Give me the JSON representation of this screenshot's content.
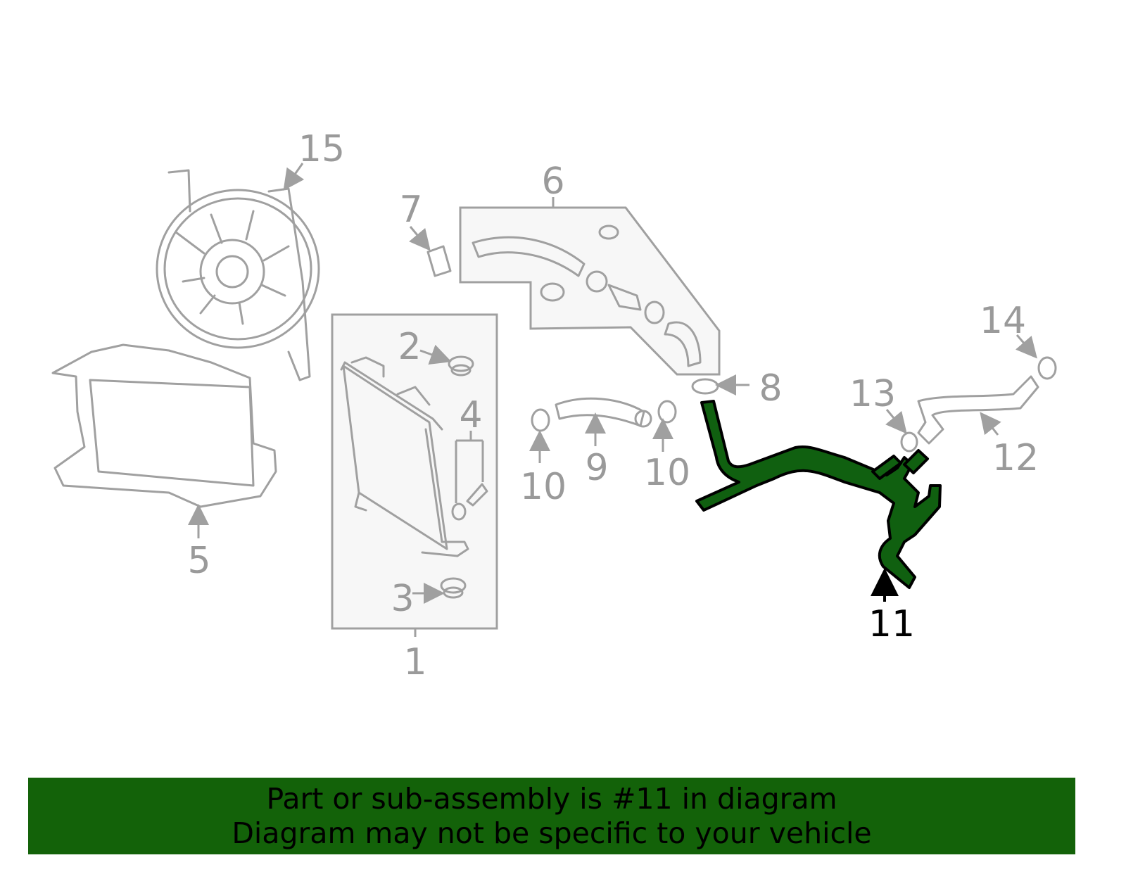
{
  "diagram": {
    "highlight_color": "#106010",
    "callouts": [
      {
        "id": "1",
        "label": "1"
      },
      {
        "id": "2",
        "label": "2"
      },
      {
        "id": "3",
        "label": "3"
      },
      {
        "id": "4",
        "label": "4"
      },
      {
        "id": "5",
        "label": "5"
      },
      {
        "id": "6",
        "label": "6"
      },
      {
        "id": "7",
        "label": "7"
      },
      {
        "id": "8",
        "label": "8"
      },
      {
        "id": "9",
        "label": "9"
      },
      {
        "id": "10a",
        "label": "10"
      },
      {
        "id": "10b",
        "label": "10"
      },
      {
        "id": "11",
        "label": "11",
        "highlighted": true
      },
      {
        "id": "12",
        "label": "12"
      },
      {
        "id": "13",
        "label": "13"
      },
      {
        "id": "14",
        "label": "14"
      },
      {
        "id": "15",
        "label": "15"
      }
    ]
  },
  "banner": {
    "line1": "Part or sub-assembly is #11 in diagram",
    "line2": "Diagram may not be specific to your vehicle",
    "color": "#136209"
  }
}
